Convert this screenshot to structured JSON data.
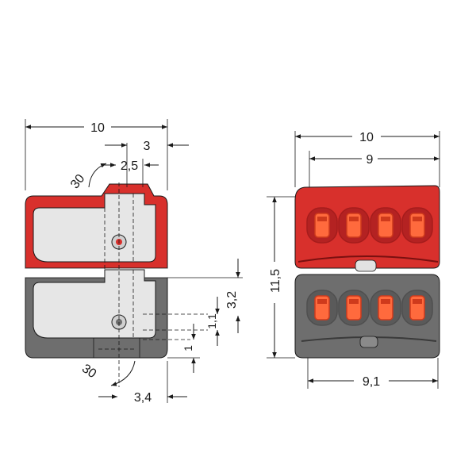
{
  "colors": {
    "red_housing": "#d8302c",
    "red_dark": "#a51c1c",
    "red_inner": "#b42222",
    "grey_housing": "#6e6e6e",
    "grey_dark": "#4f4f4f",
    "grey_inner": "#5a5a5a",
    "clamp": "#ff6a3d",
    "clamp_dark": "#cf3a1c",
    "insert": "#e6e6e6",
    "line": "#1a1a1a"
  },
  "left_view": {
    "width_total": "10",
    "offset_top": "3",
    "slot_width": "2,5",
    "angle_top": "30",
    "height_a": "3,2",
    "height_b": "1,1",
    "height_c": "1",
    "angle_bottom": "30",
    "bottom_offset": "3,4"
  },
  "right_view": {
    "width_total": "10",
    "width_inner": "9",
    "height_total": "11,5",
    "width_bottom": "9,1",
    "ports_per_housing": 4
  }
}
